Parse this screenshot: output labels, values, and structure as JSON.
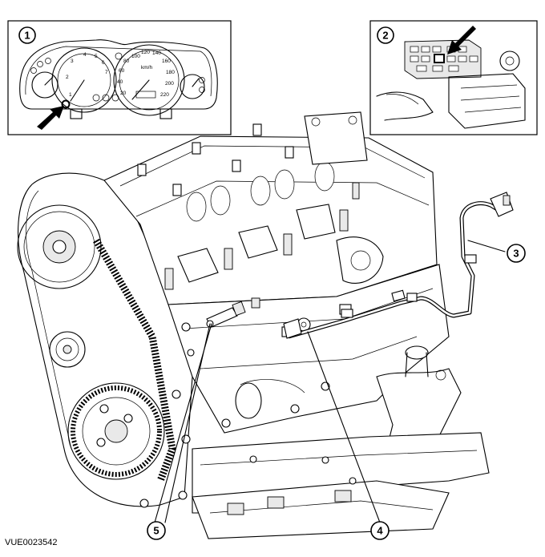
{
  "callouts": {
    "c1": "1",
    "c2": "2",
    "c3": "3",
    "c4": "4",
    "c5": "5"
  },
  "reference_code": "VUE0023542",
  "cluster": {
    "speed_ticks": [
      "20",
      "40",
      "60",
      "80",
      "100",
      "120",
      "140",
      "160",
      "180",
      "200",
      "220"
    ],
    "speed_unit": "km/h",
    "rpm_ticks": [
      "1",
      "2",
      "3",
      "4",
      "5",
      "6",
      "7"
    ]
  }
}
